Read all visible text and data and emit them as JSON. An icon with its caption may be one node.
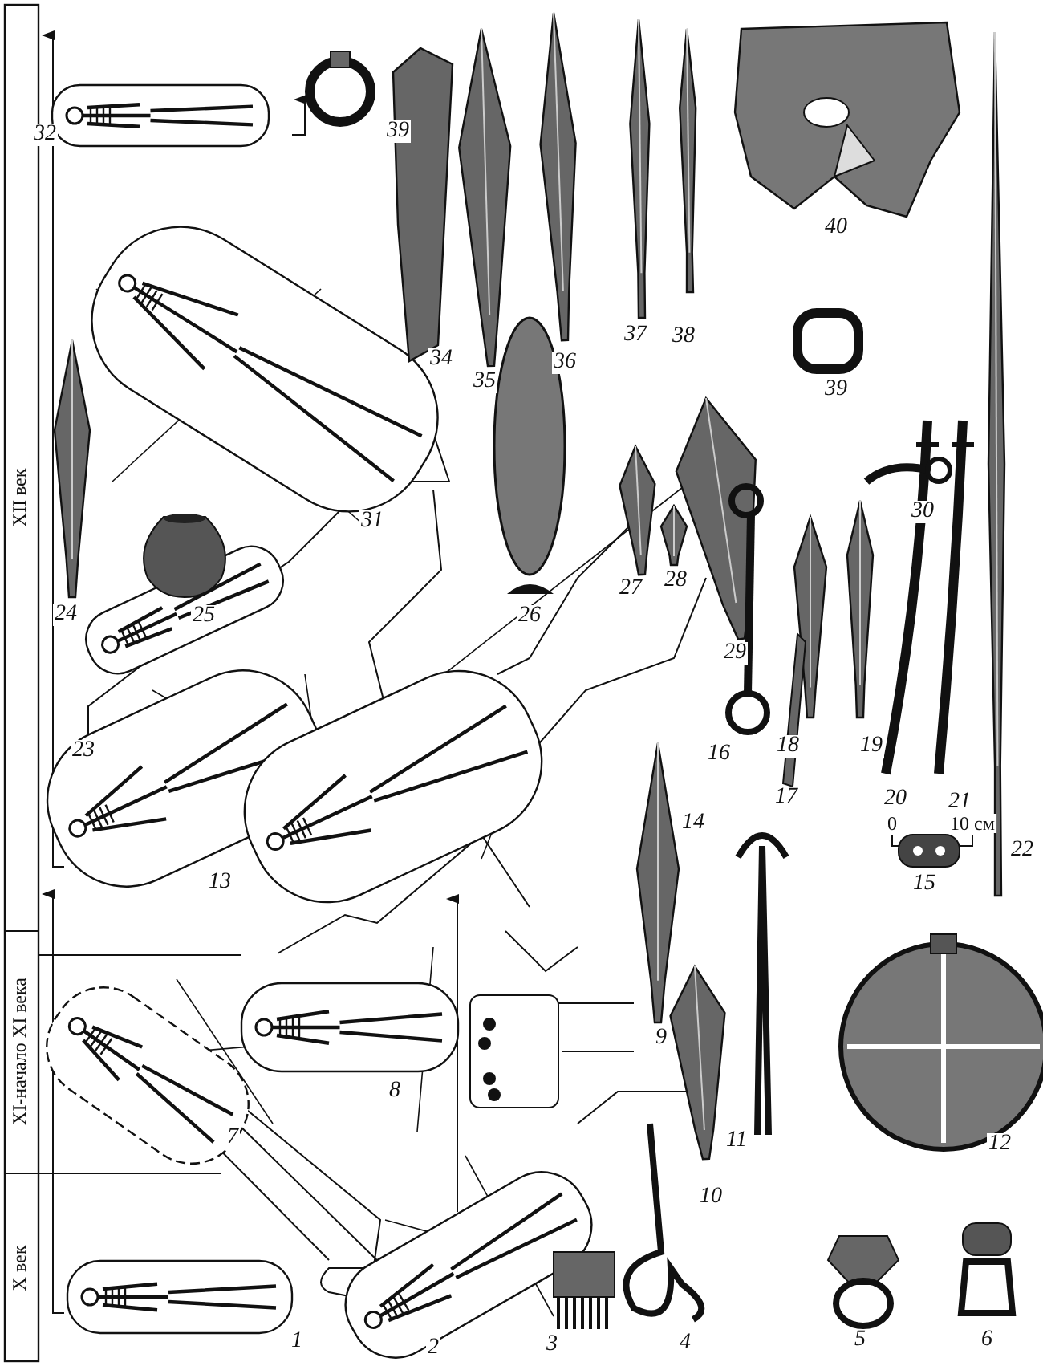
{
  "diagram": {
    "labels": [
      "XII век",
      "XI-начало XI века",
      "X век",
      "39",
      "32",
      "40",
      "37",
      "38",
      "34",
      "36",
      "35",
      "39",
      "30",
      "31",
      "28",
      "27",
      "26",
      "24",
      "25",
      "29",
      "19",
      "18",
      "16",
      "23",
      "17",
      "20",
      "21",
      "14",
      "0",
      "10 см",
      "22",
      "13",
      "15",
      "9",
      "8",
      "7",
      "11",
      "12",
      "10",
      "5",
      "6",
      "4",
      "1",
      "3",
      "2"
    ]
  }
}
